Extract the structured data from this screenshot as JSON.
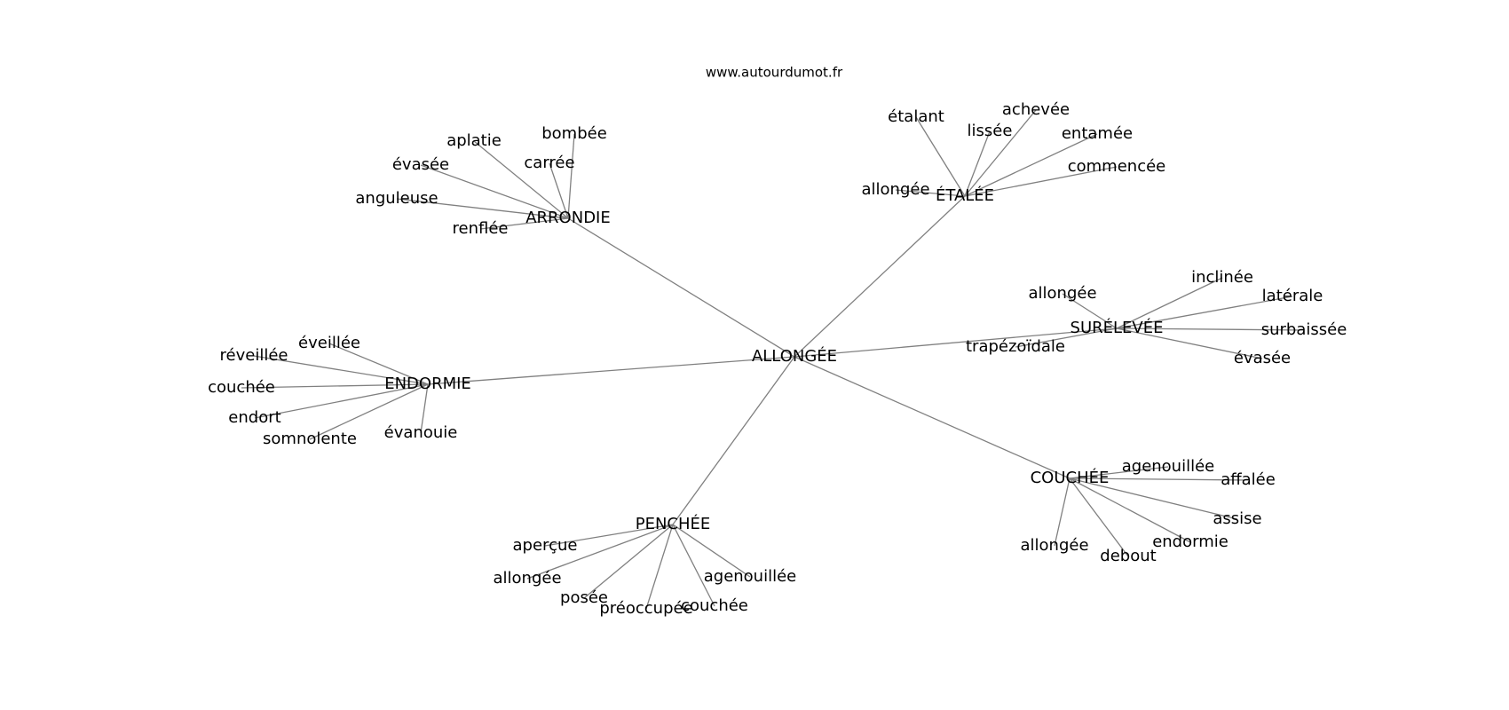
{
  "site": "www.autourdumot.fr",
  "center": "ALLONGÉE",
  "clusters": [
    {
      "hub": "ARRONDIE",
      "leaves": [
        "aplatie",
        "bombée",
        "évasée",
        "carrée",
        "anguleuse",
        "renflée"
      ]
    },
    {
      "hub": "ÉTALÉE",
      "leaves": [
        "étalant",
        "lissée",
        "achevée",
        "entamée",
        "commencée",
        "allongée"
      ]
    },
    {
      "hub": "SURÉLEVÉE",
      "leaves": [
        "allongée",
        "inclinée",
        "latérale",
        "surbaissée",
        "évasée",
        "trapézoïdale"
      ]
    },
    {
      "hub": "ENDORMIE",
      "leaves": [
        "éveillée",
        "réveillée",
        "couchée",
        "endort",
        "somnolente",
        "évanouie"
      ]
    },
    {
      "hub": "COUCHÉE",
      "leaves": [
        "agenouillée",
        "affalée",
        "assise",
        "endormie",
        "debout",
        "allongée"
      ]
    },
    {
      "hub": "PENCHÉE",
      "leaves": [
        "aperçue",
        "allongée",
        "posée",
        "préoccupée",
        "couchée",
        "agenouillée"
      ]
    }
  ]
}
